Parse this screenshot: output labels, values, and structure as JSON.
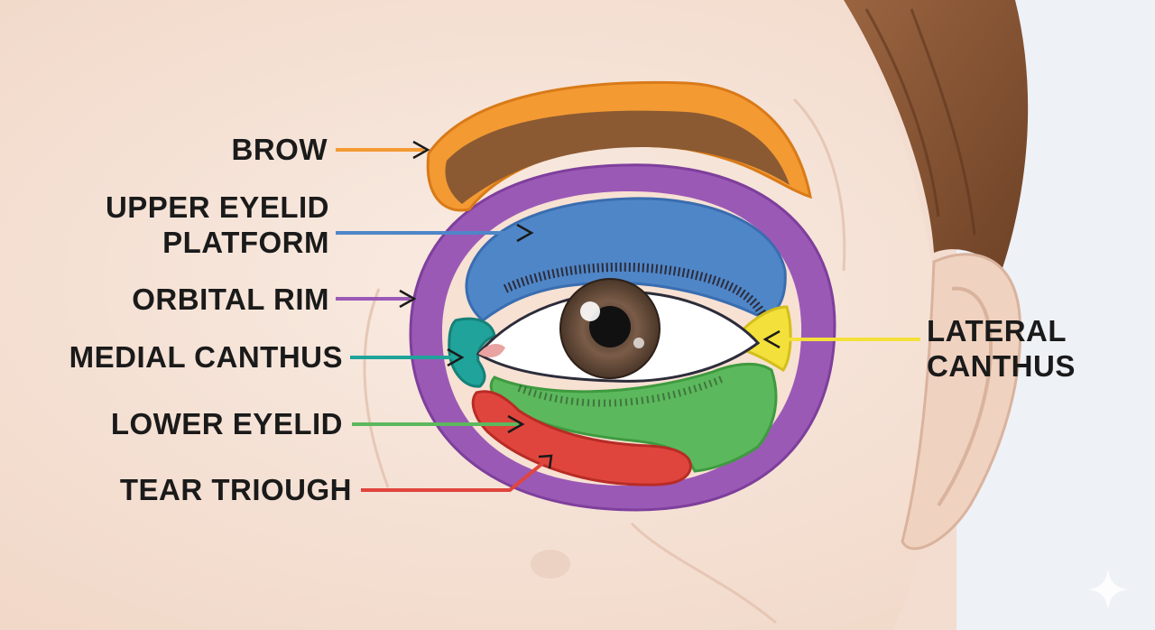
{
  "diagram": {
    "labels": {
      "brow": "BROW",
      "upper_eyelid_platform_line1": "UPPER EYELID",
      "upper_eyelid_platform_line2": "PLATFORM",
      "orbital_rim": "ORBITAL RIM",
      "medial_canthus": "MEDIAL CANTHUS",
      "lateral_canthus_line1": "LATERAL",
      "lateral_canthus_line2": "CANTHUS",
      "lower_eyelid": "LOWER EYELID",
      "tear_trough": "TEAR TRIOUGH"
    },
    "colors": {
      "brow_region": "#f39a33",
      "brow_hair": "#8b5a32",
      "upper_eyelid_platform": "#4f86c8",
      "orbital_rim": "#9b59b6",
      "medial_canthus": "#1fa39a",
      "lateral_canthus": "#f3e03a",
      "lower_eyelid": "#5cb85c",
      "tear_trough": "#e0453d",
      "skin": "#f6e6dc",
      "hair": "#8a5634",
      "iris": "#6b5140"
    }
  }
}
